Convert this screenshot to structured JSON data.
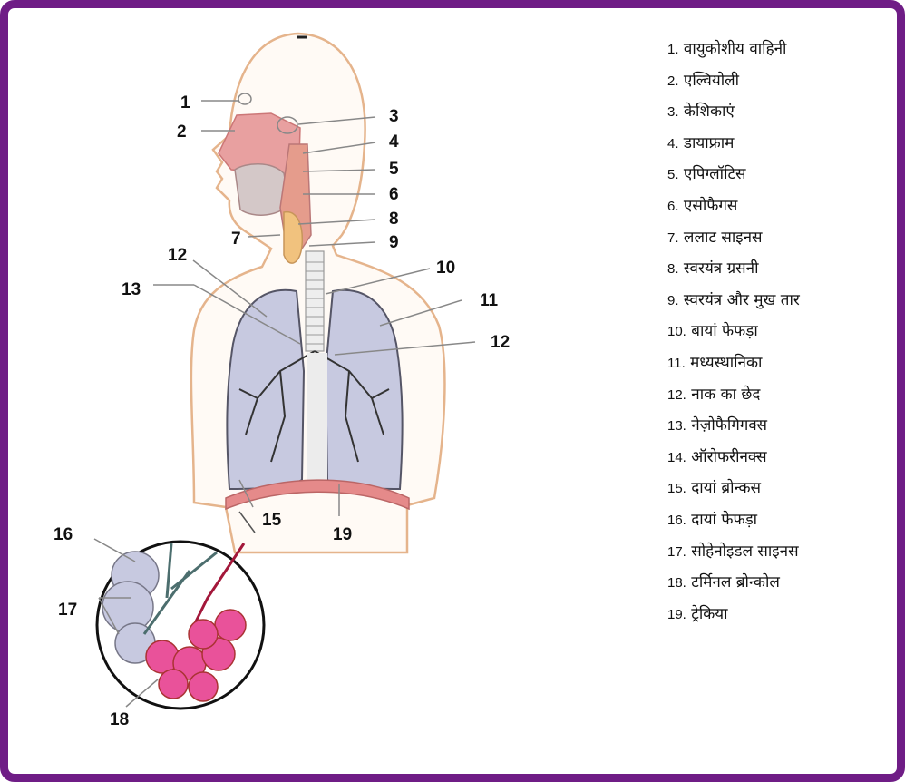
{
  "colors": {
    "frame": "#6f1d86",
    "airway": "#e8a0a0",
    "lung_fill": "#c7c9e0",
    "alveoli": "#e9529a",
    "diaphragm": "#e58a8a",
    "skin_outline": "#e5b48c"
  },
  "labels": [
    "1",
    "2",
    "3",
    "4",
    "5",
    "6",
    "7",
    "8",
    "9",
    "10",
    "11",
    "12",
    "12",
    "13",
    "15",
    "16",
    "17",
    "18",
    "19"
  ],
  "legend": [
    {
      "num": "1.",
      "text": "वायुकोशीय वाहिनी"
    },
    {
      "num": "2.",
      "text": "एल्वियोली"
    },
    {
      "num": "3.",
      "text": "केशिकाएं"
    },
    {
      "num": "4.",
      "text": "डायाफ्राम"
    },
    {
      "num": "5.",
      "text": "एपिग्लॉटिस"
    },
    {
      "num": "6.",
      "text": "एसोफैगस"
    },
    {
      "num": "7.",
      "text": "ललाट साइनस"
    },
    {
      "num": "8.",
      "text": "स्वरयंत्र ग्रसनी"
    },
    {
      "num": "9.",
      "text": "स्वरयंत्र और मुख तार"
    },
    {
      "num": "10.",
      "text": "बायां फेफड़ा"
    },
    {
      "num": "11.",
      "text": "मध्यस्थानिका"
    },
    {
      "num": "12.",
      "text": "नाक का छेद"
    },
    {
      "num": "13.",
      "text": "नेज़ोफैगिगक्स"
    },
    {
      "num": "14.",
      "text": "ऑरोफरीनक्स"
    },
    {
      "num": "15.",
      "text": "दायां ब्रोन्कस"
    },
    {
      "num": "16.",
      "text": "दायां फेफड़ा"
    },
    {
      "num": "17.",
      "text": "सोहेनोइडल साइनस"
    },
    {
      "num": "18.",
      "text": "टर्मिनल ब्रोन्कोल"
    },
    {
      "num": "19.",
      "text": "ट्रेकिया"
    }
  ]
}
